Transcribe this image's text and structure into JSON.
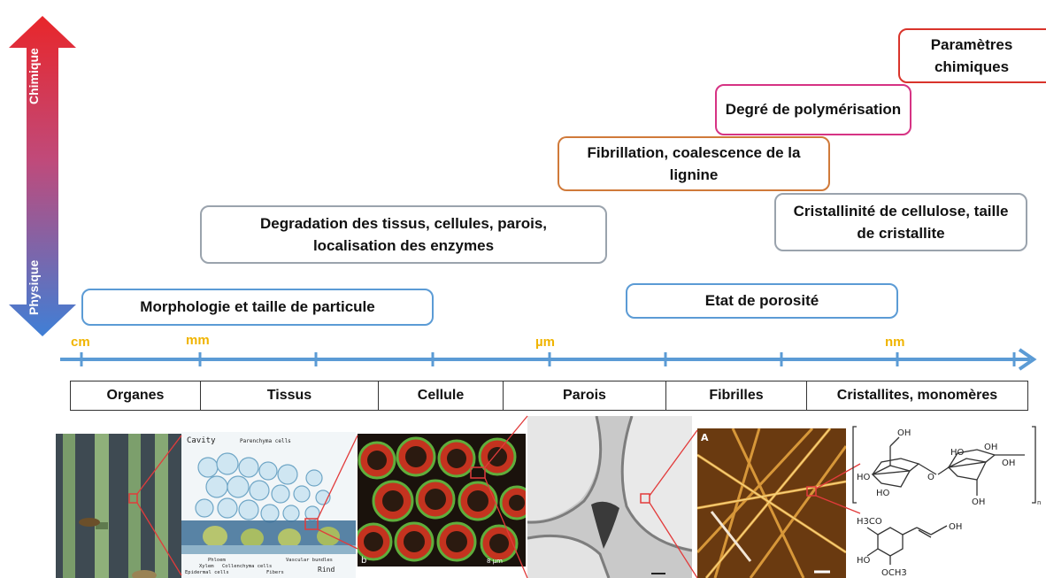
{
  "axis": {
    "top_label": "Chimique",
    "bottom_label": "Physique",
    "gradient_top": "#e8262a",
    "gradient_bottom": "#3f7fd6"
  },
  "boxes": {
    "parametres": "Paramètres chimiques",
    "degre": "Degré de polymérisation",
    "fibrillation": "Fibrillation, coalescence de la lignine",
    "cristallinite": "Cristallinité de cellulose, taille de cristallite",
    "degradation": "Degradation des tissus, cellules, parois, localisation des enzymes",
    "porosite": "Etat de porosité",
    "morphologie": "Morphologie et taille de particule"
  },
  "scale": {
    "units": [
      "cm",
      "mm",
      "µm",
      "nm"
    ],
    "line_color": "#5b9bd5",
    "unit_color": "#f0b400"
  },
  "categories": [
    "Organes",
    "Tissus",
    "Cellule",
    "Parois",
    "Fibrilles",
    "Cristallites, monomères"
  ],
  "images": {
    "tissue_labels": {
      "cavity": "Cavity",
      "parenchyma": "Parenchyma cells",
      "phloem": "Phloem",
      "xylem": "Xylem",
      "collenchyma": "Collenchyma cells",
      "vascular": "Vascular bundles",
      "epidermal": "Epidermal cells",
      "fibers": "Fibers",
      "rind": "Rind"
    },
    "cell_letter": "b",
    "cell_scale": "8 µm",
    "afm_letter": "A"
  },
  "chem": {
    "oh": "OH",
    "ho": "HO",
    "o": "O",
    "n": "n",
    "h3co": "H3CO",
    "och3": "OCH3"
  }
}
